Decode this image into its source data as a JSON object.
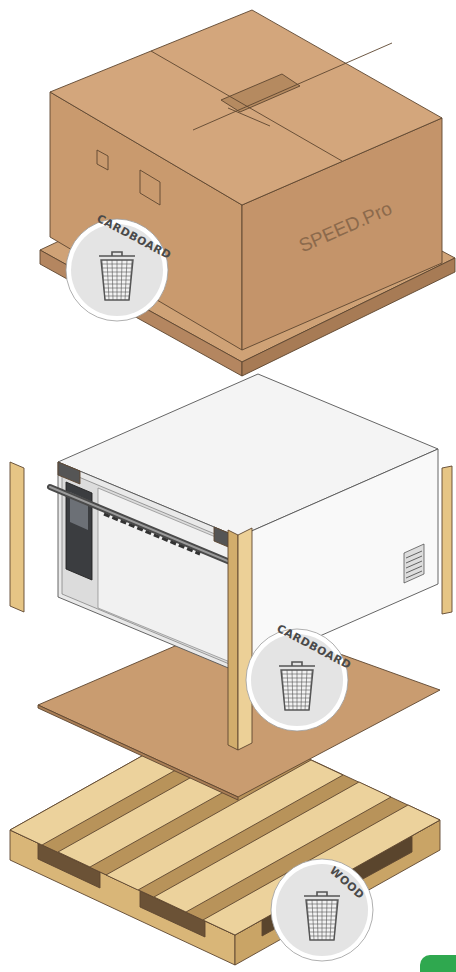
{
  "diagram": {
    "nodes": [
      {
        "text": [
          "CARDBOARD"
        ]
      },
      {
        "text": [
          "CARDBOARD"
        ]
      },
      {
        "text": [
          "WOOD"
        ]
      }
    ],
    "labels": [
      "SPEED.Pro"
    ]
  }
}
